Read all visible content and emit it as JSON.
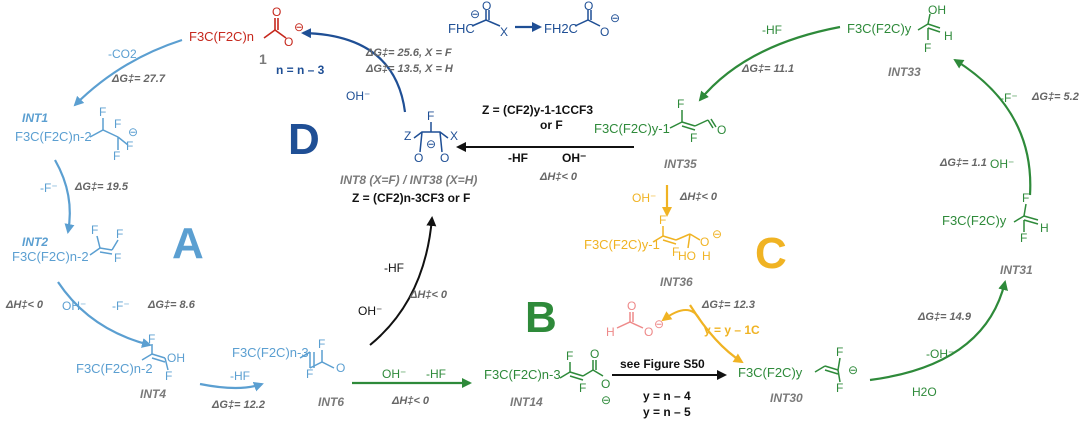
{
  "sections": {
    "A": "A",
    "B": "B",
    "C": "C",
    "D": "D"
  },
  "colors": {
    "A": "#5b9fd1",
    "B": "#2e8a3a",
    "C": "#f0b323",
    "D": "#1f4f95",
    "start": "#c6281d"
  },
  "start": {
    "formula": "F3C(F2C)n",
    "number": "1"
  },
  "intermediates": {
    "int1": "INT1",
    "int2": "INT2",
    "int4": "INT4",
    "int6": "INT6",
    "int8": "INT8 (X=F) / INT38 (X=H)",
    "int14": "INT14",
    "int30": "INT30",
    "int31": "INT31",
    "int33": "INT33",
    "int35": "INT35",
    "int36": "INT36"
  },
  "formulas": {
    "int1": "F3C(F2C)n-2",
    "int2": "F3C(F2C)n-2",
    "int4": "F3C(F2C)n-2",
    "int6": "F3C(F2C)n-3",
    "int14": "F3C(F2C)n-3",
    "int30": "F3C(F2C)y",
    "int31": "F3C(F2C)y",
    "int33": "F3C(F2C)y",
    "int35": "F3C(F2C)y-1",
    "int36": "F3C(F2C)y-1",
    "fhc": "FHC",
    "fh2c": "FH2C"
  },
  "reagents": {
    "co2": "-CO2",
    "f1": "-F⁻",
    "f2": "-F⁻",
    "oh_a": "OH⁻",
    "hf_a": "-HF",
    "oh_b": "OH⁻",
    "hf_b": "-HF",
    "hf_6": "-HF",
    "oh_6": "OH⁻",
    "hf_35": "-HF",
    "oh_35": "OH⁻",
    "oh_d": "OH⁻",
    "n_update": "n = n – 3",
    "oh_c": "OH⁻",
    "hf_top": "-HF",
    "f_33": "-F⁻",
    "oh_31": "OH⁻",
    "oh_30": "-OH⁻",
    "h2o": "H2O",
    "y_update": "y = y – 1C",
    "see_fig": "see Figure S50",
    "y_n4": "y = n – 4",
    "y_n5": "y = n – 5"
  },
  "energies": {
    "e277": "ΔG‡= 27.7",
    "e195": "ΔG‡= 19.5",
    "eH0_a": "ΔH‡< 0",
    "e86": "ΔG‡= 8.6",
    "e122": "ΔG‡= 12.2",
    "eH0_b": "ΔH‡< 0",
    "eH0_6": "ΔH‡< 0",
    "e256": "ΔG‡= 25.6, X = F",
    "e135": "ΔG‡= 13.5, X = H",
    "eH0_35": "ΔH‡< 0",
    "eH0_c": "ΔH‡< 0",
    "e111": "ΔG‡= 11.1",
    "e52": "ΔG‡= 5.2",
    "e11": "ΔG‡= 1.1",
    "e123": "ΔG‡= 12.3",
    "e149": "ΔG‡= 14.9"
  },
  "z_labels": {
    "z35": "Z = (CF2)y-1-1CCF3",
    "z35b": "or F",
    "z8": "Z = (CF2)n-3CF3 or F"
  },
  "atoms": {
    "F": "F",
    "O": "O",
    "H": "H",
    "X": "X",
    "Z": "Z",
    "HO": "HO",
    "OH": "OH",
    "minus": "⊖"
  }
}
